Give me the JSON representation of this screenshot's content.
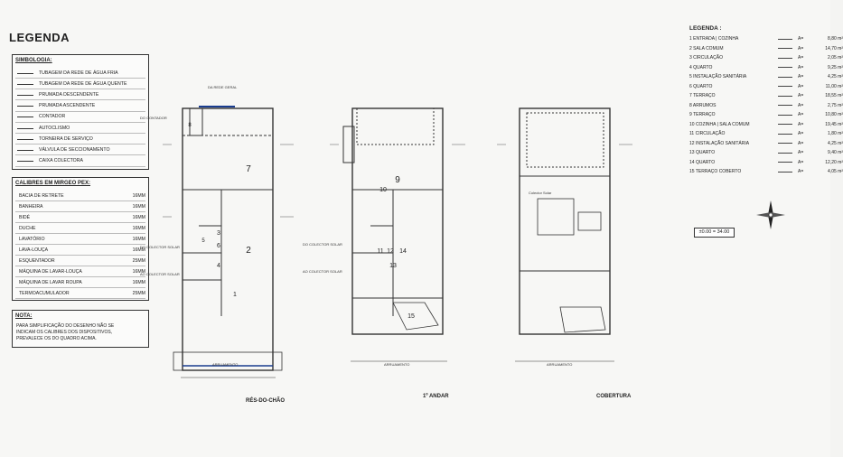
{
  "title": "LEGENDA",
  "simbologia": {
    "header": "SIMBOLOGIA:",
    "items": [
      "TUBAGEM DA REDE DE ÁGUA FRIA",
      "TUBAGEM DA REDE DE ÁGUA QUENTE",
      "PRUMADA DESCENDENTE",
      "PRUMADA ASCENDENTE",
      "CONTADOR",
      "AUTOCLISMO",
      "TORNEIRA DE SERVIÇO",
      "VÁLVULA DE SECCIONAMENTO",
      "CAIXA COLECTORA"
    ]
  },
  "calibres": {
    "header": "CALIBRES EM MIRGEO PEX:",
    "items": [
      {
        "name": "BACIA DE RETRETE",
        "value": "16MM"
      },
      {
        "name": "BANHEIRA",
        "value": "16MM"
      },
      {
        "name": "BIDÉ",
        "value": "16MM"
      },
      {
        "name": "DUCHE",
        "value": "16MM"
      },
      {
        "name": "LAVATÓRIO",
        "value": "16MM"
      },
      {
        "name": "LAVA-LOUÇA",
        "value": "16MM"
      },
      {
        "name": "ESQUENTADOR",
        "value": "25MM"
      },
      {
        "name": "MÁQUINA DE LAVAR-LOUÇA",
        "value": "16MM"
      },
      {
        "name": "MÁQUINA DE LAVAR ROUPA",
        "value": "16MM"
      },
      {
        "name": "TERMOACUMULADOR",
        "value": "25MM"
      }
    ]
  },
  "nota": {
    "header": "NOTA:",
    "lines": [
      "PARA SIMPLIFICAÇÃO DO DESENHO NÃO SE",
      "INDICAM OS CALIBRES DOS DISPOSITIVOS,",
      "PREVALECE OS DO QUADRO ACIMA."
    ]
  },
  "room_legend": {
    "header": "LEGENDA :",
    "area_prefix": "A=",
    "items": [
      {
        "name": "1 ENTRADA | COZINHA",
        "area": "8,80 m²"
      },
      {
        "name": "2 SALA COMUM",
        "area": "14,70 m²"
      },
      {
        "name": "3 CIRCULAÇÃO",
        "area": "2,05 m²"
      },
      {
        "name": "4 QUARTO",
        "area": "9,25 m²"
      },
      {
        "name": "5 INSTALAÇÃO SANITÁRIA",
        "area": "4,25 m²"
      },
      {
        "name": "6 QUARTO",
        "area": "11,00 m²"
      },
      {
        "name": "7 TERRAÇO",
        "area": "18,55 m²"
      },
      {
        "name": "8 ARRUMOS",
        "area": "2,75 m²"
      },
      {
        "name": "9 TERRAÇO",
        "area": "10,80 m²"
      },
      {
        "name": "10 COZINHA | SALA COMUM",
        "area": "19,45 m²"
      },
      {
        "name": "11 CIRCULAÇÃO",
        "area": "1,80 m²"
      },
      {
        "name": "12 INSTALAÇÃO SANITÁRIA",
        "area": "4,25 m²"
      },
      {
        "name": "13 QUARTO",
        "area": "9,40 m²"
      },
      {
        "name": "14 QUARTO",
        "area": "12,20 m²"
      },
      {
        "name": "15 TERRAÇO COBERTO",
        "area": "4,05 m²"
      }
    ]
  },
  "scale_box": "±0.00 = 34.00",
  "plans": {
    "ground": "RÉS-DO-CHÃO",
    "first": "1º ANDAR",
    "roof": "COBERTURA"
  },
  "annotations": {
    "arruamento": "ARRUAMENTO",
    "from_solar": "DO COLECTOR SOLAR",
    "to_solar": "AO COLECTOR SOLAR",
    "from_network": "DA REDE GERAL",
    "to_meter": "DO CONTADOR",
    "collector": "Colector Solar"
  },
  "room_numbers_ground": [
    "7",
    "8",
    "2",
    "1",
    "3",
    "4",
    "5",
    "6"
  ],
  "room_numbers_first": [
    "9",
    "10",
    "11",
    "12",
    "13",
    "14",
    "15"
  ]
}
